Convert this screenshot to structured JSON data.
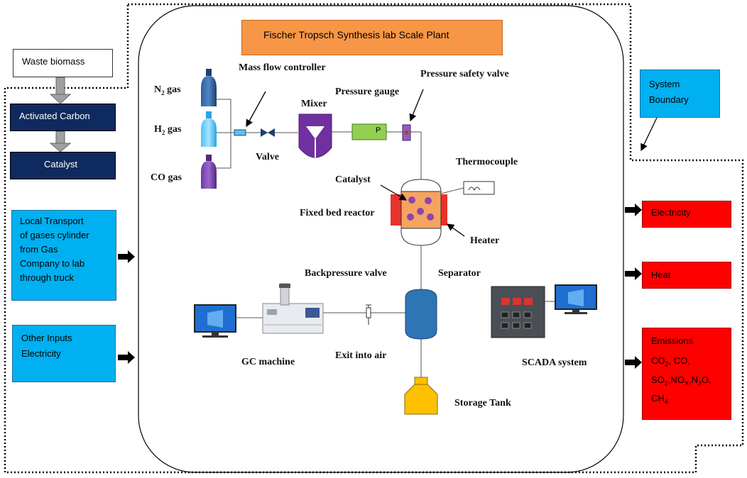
{
  "title": "Fischer Tropsch Synthesis lab Scale Plant",
  "system_boundary": "System Boundary",
  "inputs_left": {
    "waste_biomass": "Waste biomass",
    "activated_carbon": "Activated Carbon",
    "catalyst": "Catalyst",
    "local_transport": [
      "Local Transport",
      "of gases cylinder",
      "from Gas",
      "Company to lab",
      "through truck"
    ],
    "other_inputs": [
      "Other Inputs",
      "Electricity"
    ]
  },
  "outputs_right": {
    "electricity": "Electricity",
    "heat": "Heat",
    "emissions_title": "Emissions"
  },
  "gases": {
    "n2": {
      "symbol": "N",
      "sub": "2",
      "suffix": " gas"
    },
    "h2": {
      "symbol": "H",
      "sub": "2",
      "suffix": " gas"
    },
    "co": {
      "label": "CO gas"
    }
  },
  "labels": {
    "mass_flow_controller": "Mass flow controller",
    "pressure_safety_valve": "Pressure safety valve",
    "pressure_gauge": "Pressure gauge",
    "mixer": "Mixer",
    "valve": "Valve",
    "thermocouple": "Thermocouple",
    "catalyst": "Catalyst",
    "fixed_bed_reactor": "Fixed bed reactor",
    "heater": "Heater",
    "backpressure_valve": "Backpressure valve",
    "separator": "Separator",
    "gc_machine": "GC machine",
    "exit_into_air": "Exit into air",
    "scada_system": "SCADA system",
    "storage_tank": "Storage Tank",
    "gauge_letter": "P"
  },
  "colors": {
    "title_bg": "#f79646",
    "dark_box": "#0f2a5e",
    "light_box": "#00b0f0",
    "red_box": "#ff0000",
    "mixer": "#7030a0",
    "gauge": "#92d050",
    "reactor": "#f4a460",
    "heater": "#e8322c",
    "separator": "#2e75b6",
    "tank": "#ffc000"
  }
}
